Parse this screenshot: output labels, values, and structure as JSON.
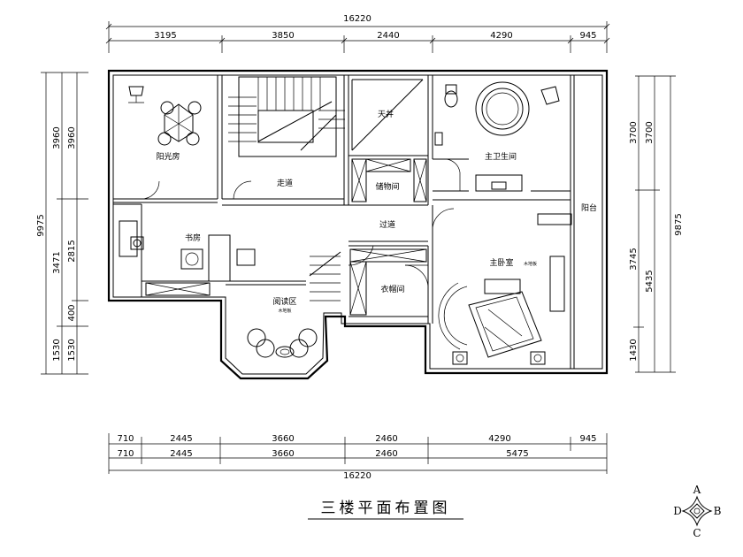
{
  "title": "三楼平面布置图",
  "dims_top": {
    "total": "16220",
    "segments": [
      "3195",
      "3850",
      "2440",
      "4290",
      "945"
    ]
  },
  "dims_bottom": {
    "row1": [
      "710",
      "2445",
      "3660",
      "2460",
      "4290",
      "945"
    ],
    "row2": [
      "710",
      "2445",
      "3660",
      "2460",
      "5475"
    ],
    "total": "16220"
  },
  "dims_left": {
    "total": "9975",
    "outer": [
      "3960",
      "3471",
      "1530"
    ],
    "inner": [
      "3960",
      "2815",
      "400",
      "1530"
    ]
  },
  "dims_right": {
    "total": "9875",
    "outer": [
      "3700",
      "5435"
    ],
    "inner": [
      "3700",
      "3745",
      "1430"
    ]
  },
  "rooms": {
    "sunroom": "阳光房",
    "stair_hall": "走道",
    "skywell": "天井",
    "storage": "储物间",
    "master_bath": "主卫生间",
    "study": "书房",
    "corridor": "过道",
    "balcony": "阳台",
    "master_bedroom": "主卧室",
    "master_bedroom_note": "木地板",
    "cloakroom": "衣帽间",
    "reading_room": "阅读区",
    "reading_room_note": "木地板"
  },
  "compass": {
    "north": "A",
    "east": "B",
    "south": "C",
    "west": "D"
  }
}
